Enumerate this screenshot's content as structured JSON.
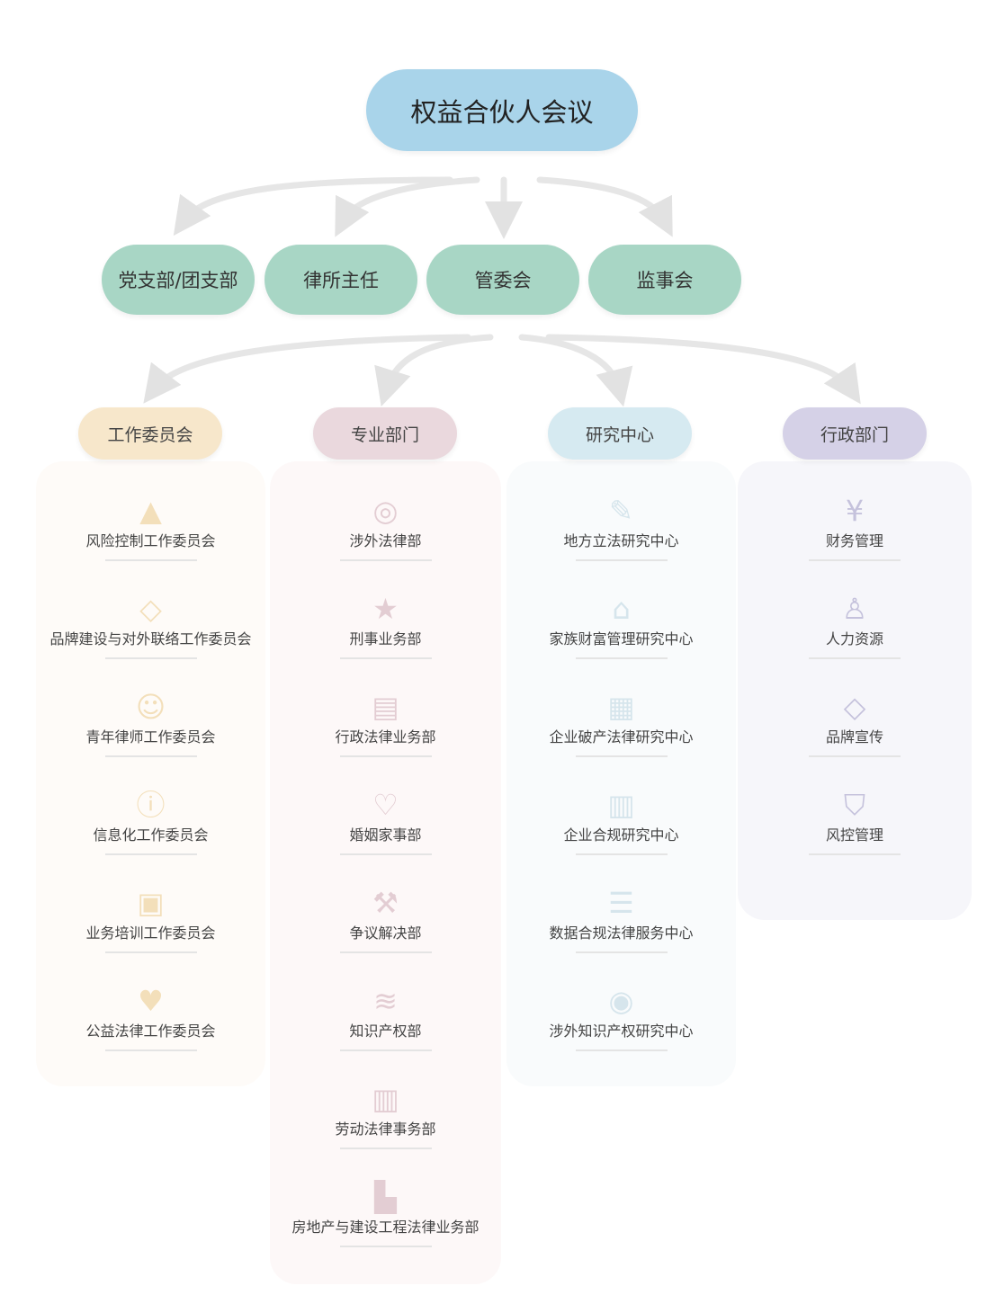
{
  "root": {
    "label": "权益合伙人会议",
    "color": "#a9d4ea"
  },
  "level2": [
    {
      "label": "党支部/团支部"
    },
    {
      "label": "律所主任"
    },
    {
      "label": "管委会"
    },
    {
      "label": "监事会"
    }
  ],
  "columns": [
    {
      "title": "工作委员会",
      "pill_color": "#f7e7cb",
      "panel_color": "#fefbf8",
      "icon_color": "#f3dfba",
      "items": [
        {
          "label": "风险控制工作委员会",
          "icon": "warning-icon",
          "glyph": "▲"
        },
        {
          "label": "品牌建设与对外联络工作委员会",
          "icon": "tag-icon",
          "glyph": "◇"
        },
        {
          "label": "青年律师工作委员会",
          "icon": "person-badge-icon",
          "glyph": "☺"
        },
        {
          "label": "信息化工作委员会",
          "icon": "info-icon",
          "glyph": "ⓘ"
        },
        {
          "label": "业务培训工作委员会",
          "icon": "briefcase-icon",
          "glyph": "▣"
        },
        {
          "label": "公益法律工作委员会",
          "icon": "heart-hands-icon",
          "glyph": "♥"
        }
      ]
    },
    {
      "title": "专业部门",
      "pill_color": "#ead8dd",
      "panel_color": "#fdf8f8",
      "icon_color": "#e3cdd3",
      "items": [
        {
          "label": "涉外法律部",
          "icon": "globe-icon",
          "glyph": "◎"
        },
        {
          "label": "刑事业务部",
          "icon": "police-badge-icon",
          "glyph": "★"
        },
        {
          "label": "行政法律业务部",
          "icon": "document-icon",
          "glyph": "▤"
        },
        {
          "label": "婚姻家事部",
          "icon": "hearts-icon",
          "glyph": "♡"
        },
        {
          "label": "争议解决部",
          "icon": "gavel-icon",
          "glyph": "⚒"
        },
        {
          "label": "知识产权部",
          "icon": "stack-icon",
          "glyph": "≋"
        },
        {
          "label": "劳动法律事务部",
          "icon": "contract-icon",
          "glyph": "▥"
        },
        {
          "label": "房地产与建设工程法律业务部",
          "icon": "buildings-icon",
          "glyph": "▙"
        }
      ]
    },
    {
      "title": "研究中心",
      "pill_color": "#d6eaf1",
      "panel_color": "#f9fbfc",
      "icon_color": "#d6e5ec",
      "items": [
        {
          "label": "地方立法研究中心",
          "icon": "edit-icon",
          "glyph": "✎"
        },
        {
          "label": "家族财富管理研究中心",
          "icon": "house-icon",
          "glyph": "⌂"
        },
        {
          "label": "企业破产法律研究中心",
          "icon": "building-icon",
          "glyph": "▦"
        },
        {
          "label": "企业合规研究中心",
          "icon": "columns-icon",
          "glyph": "▥"
        },
        {
          "label": "数据合规法律服务中心",
          "icon": "list-icon",
          "glyph": "☰"
        },
        {
          "label": "涉外知识产权研究中心",
          "icon": "globe-gear-icon",
          "glyph": "◉"
        }
      ]
    },
    {
      "title": "行政部门",
      "pill_color": "#d5d1e7",
      "panel_color": "#f6f6fa",
      "icon_color": "#c5c2dc",
      "items": [
        {
          "label": "财务管理",
          "icon": "yen-icon",
          "glyph": "¥"
        },
        {
          "label": "人力资源",
          "icon": "user-icon",
          "glyph": "♙"
        },
        {
          "label": "品牌宣传",
          "icon": "tag-icon",
          "glyph": "◇"
        },
        {
          "label": "风控管理",
          "icon": "shield-search-icon",
          "glyph": "⛉"
        }
      ]
    }
  ]
}
